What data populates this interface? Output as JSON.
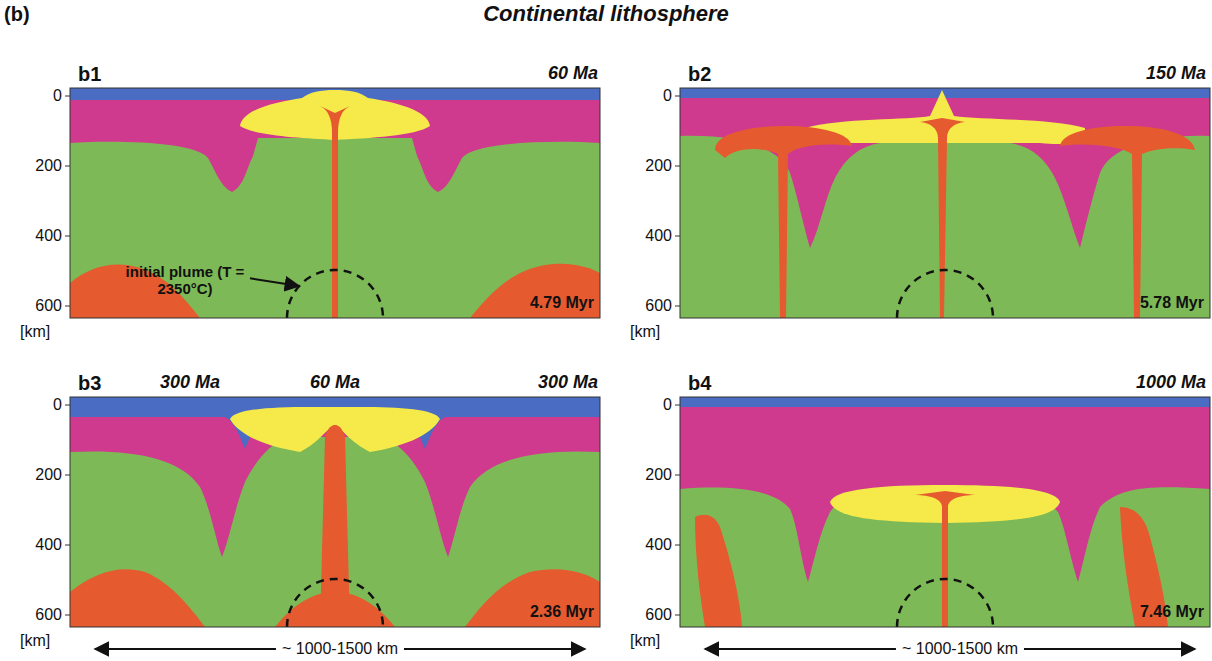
{
  "diagram": {
    "title": "Continental lithosphere",
    "labels": [
      "(b)",
      "b1",
      "60 Ma",
      "0",
      "200",
      "400",
      "600",
      "[km]",
      "initial plume (T = 2350°C)",
      "4.79 Myr",
      "b2",
      "150 Ma",
      "0",
      "200",
      "400",
      "600",
      "[km]",
      "5.78 Myr",
      "b3",
      "300 Ma",
      "60 Ma",
      "300 Ma",
      "0",
      "200",
      "400",
      "600",
      "[km]",
      "2.36 Myr",
      "b4",
      "1000 Ma",
      "0",
      "200",
      "400",
      "600",
      "[km]",
      "7.46 Myr",
      "~ 1000-1500 km",
      "~ 1000-1500 km"
    ]
  }
}
